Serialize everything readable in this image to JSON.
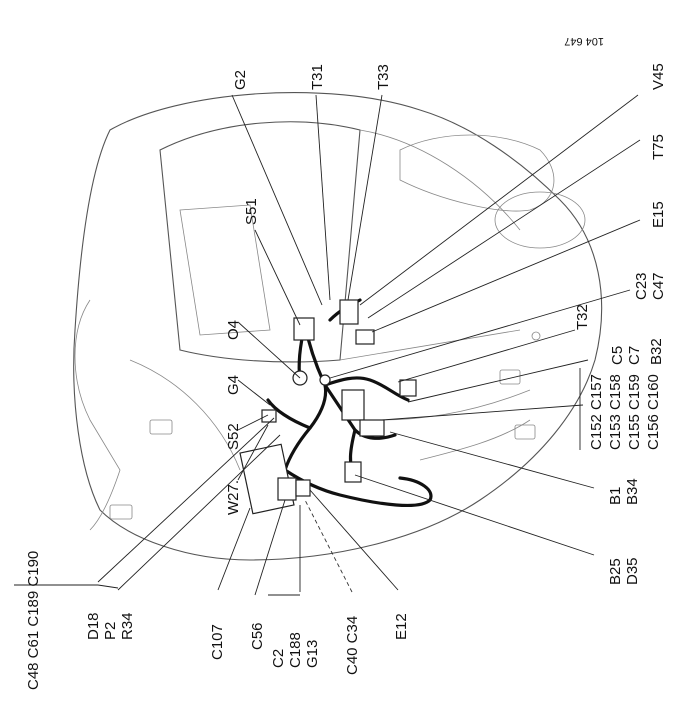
{
  "reference": "104 647",
  "labels": {
    "g2": "G2",
    "t31": "T31",
    "t33": "T33",
    "v45": "V45",
    "t75": "T75",
    "e15": "E15",
    "c23_c47": "C23 C47",
    "t32": "T32",
    "c5_c7": "C5 C7",
    "b32": "B32",
    "s51": "S51",
    "o4": "O4",
    "g4": "G4",
    "s52": "S52",
    "w27": "W27.",
    "c48_group": "C48 C61 C189 C190",
    "d18_group": "D18 P2 R34",
    "c107": "C107",
    "c56": "C56",
    "c2_group": "C2 C188 G13",
    "c40_c34": "C40 C34",
    "e12": "E12",
    "b25_d35": "B25 D35",
    "b1_b34": "B1 B34",
    "c152_c157": "C152 C157",
    "c153_c158": "C153 C158",
    "c155_c159": "C155 C159",
    "c156_c160": "C156 C160"
  }
}
